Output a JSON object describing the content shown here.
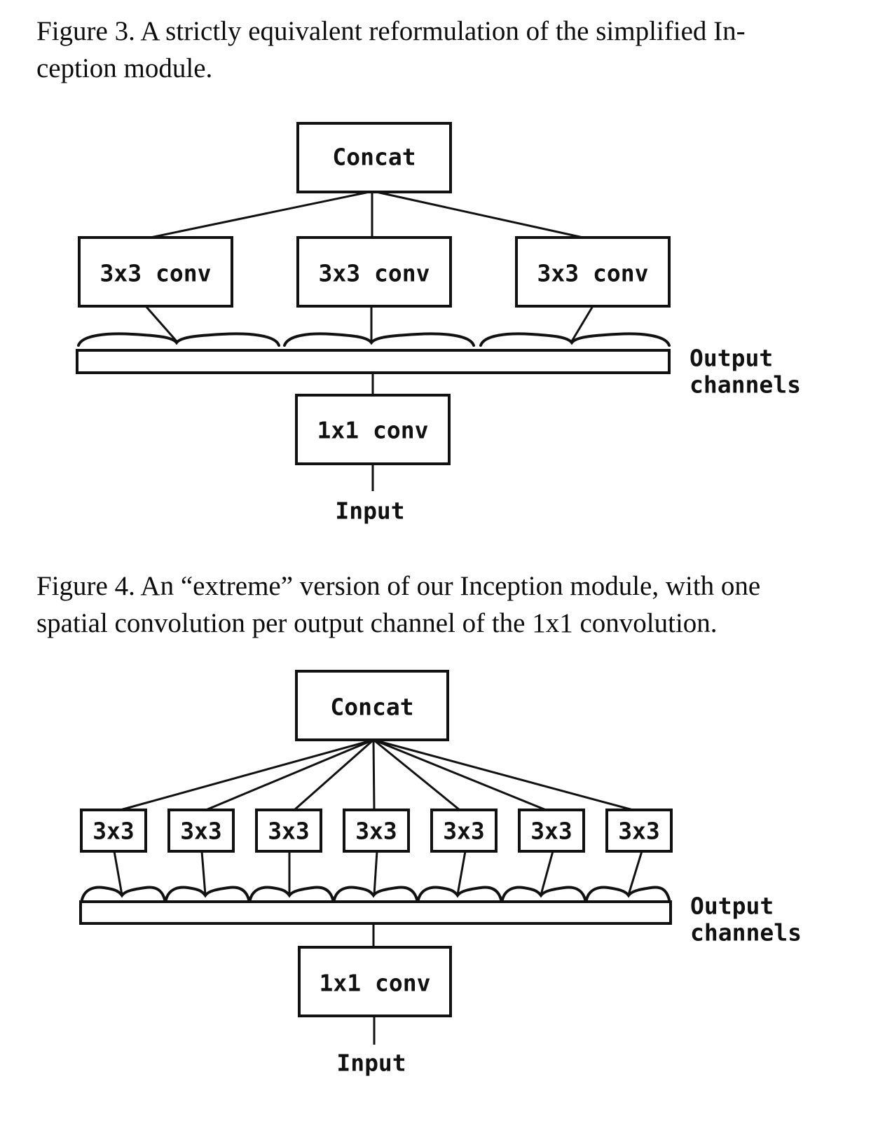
{
  "figure3": {
    "caption_line1": "Figure 3. A strictly equivalent reformulation of the simplified In-",
    "caption_line2": "ception module.",
    "concat_label": "Concat",
    "conv_labels": [
      "3x3 conv",
      "3x3 conv",
      "3x3 conv"
    ],
    "bottleneck_label": "1x1 conv",
    "output_label_line1": "Output",
    "output_label_line2": "channels",
    "input_label": "Input"
  },
  "figure4": {
    "caption_line1": "Figure 4. An “extreme” version of our Inception module, with one",
    "caption_line2": "spatial convolution per output channel of the 1x1 convolution.",
    "concat_label": "Concat",
    "conv_labels": [
      "3x3",
      "3x3",
      "3x3",
      "3x3",
      "3x3",
      "3x3",
      "3x3"
    ],
    "bottleneck_label": "1x1 conv",
    "output_label_line1": "Output",
    "output_label_line2": "channels",
    "input_label": "Input"
  },
  "colors": {
    "ink": "#111111",
    "background": "#ffffff"
  }
}
